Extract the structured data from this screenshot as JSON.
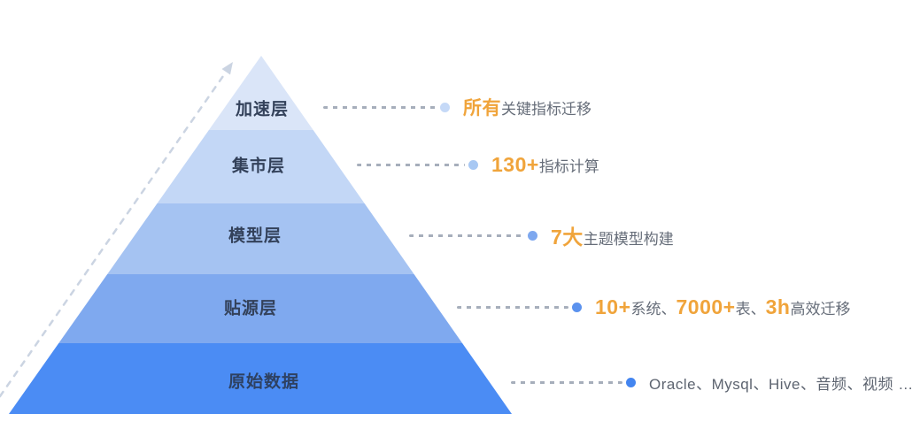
{
  "palette": {
    "accent_orange": "#f0a43b",
    "annotation_text_gray": "#666d79",
    "label_text_dark": "#33415a",
    "leader_dash_gray": "#a6aebb",
    "arrow_dash_gray": "#cbd4e2",
    "background": "#ffffff"
  },
  "arrow": {
    "description": "upward dashed growth arrow along left pyramid edge",
    "color": "#cbd4e2"
  },
  "pyramid": {
    "layers": [
      {
        "label": "加速层",
        "fill": "#dae5f8",
        "dot_color": "#c5d9f7",
        "annotation": [
          {
            "text": "所有"
          },
          {
            "text": "关键指标迁移"
          }
        ]
      },
      {
        "label": "集市层",
        "fill": "#c3d7f6",
        "dot_color": "#a8c8f3",
        "annotation": [
          {
            "text": "130+"
          },
          {
            "text": "指标计算"
          }
        ]
      },
      {
        "label": "模型层",
        "fill": "#a5c3f2",
        "dot_color": "#7ea8ef",
        "annotation": [
          {
            "text": "7大"
          },
          {
            "text": "主题模型构建"
          }
        ]
      },
      {
        "label": "贴源层",
        "fill": "#7fa9ef",
        "dot_color": "#5b92ee",
        "annotation": [
          {
            "text": "10+"
          },
          {
            "text": "系统、"
          },
          {
            "text": "7000+"
          },
          {
            "text": "表、"
          },
          {
            "text": "3h"
          },
          {
            "text": "高效迁移"
          }
        ]
      },
      {
        "label": "原始数据",
        "fill": "#4b8cf4",
        "dot_color": "#4385f0",
        "annotation": [
          {
            "text": "Oracle、Mysql、Hive、音频、视频 …"
          }
        ]
      }
    ]
  }
}
